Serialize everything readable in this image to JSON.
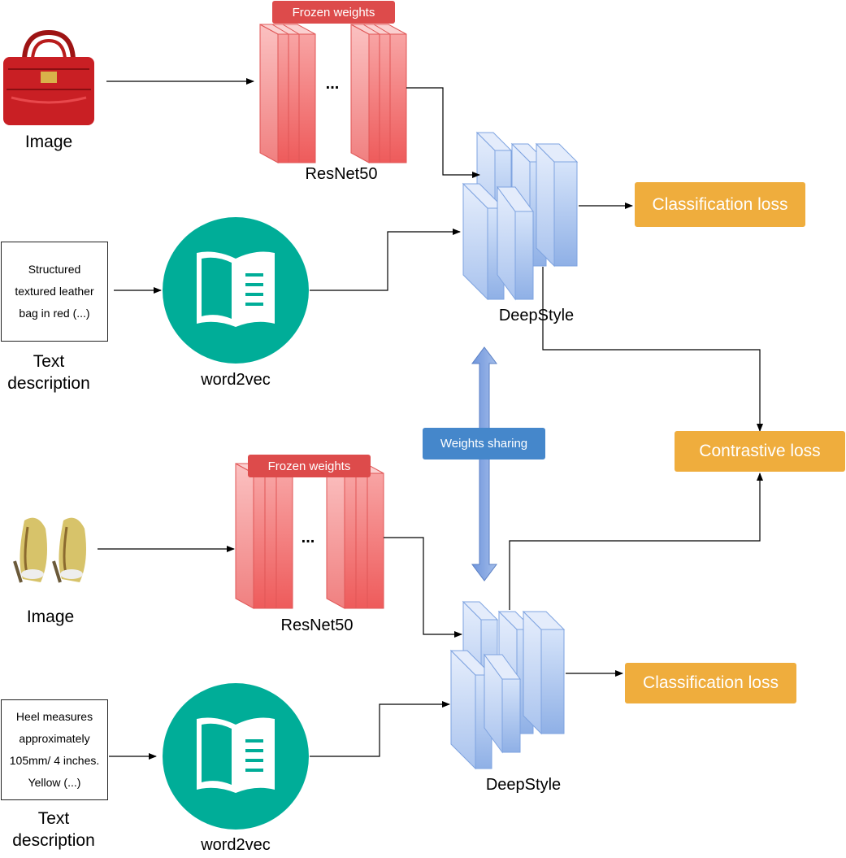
{
  "pipelines": [
    {
      "image_label": "Image",
      "text_lines": [
        "Structured",
        "textured leather",
        "bag in red (...)"
      ],
      "text_label": "Text description",
      "frozen_label": "Frozen weights",
      "backbone_label": "ResNet50",
      "backbone_dots": "...",
      "embed_label": "word2vec",
      "model_label": "DeepStyle",
      "loss_label": "Classification loss"
    },
    {
      "image_label": "Image",
      "text_lines": [
        "Heel measures",
        "approximately",
        "105mm/ 4 inches.",
        "Yellow (...)"
      ],
      "text_label": "Text description",
      "frozen_label": "Frozen weights",
      "backbone_label": "ResNet50",
      "backbone_dots": "...",
      "embed_label": "word2vec",
      "model_label": "DeepStyle",
      "loss_label": "Classification loss"
    }
  ],
  "shared_label": "Weights sharing",
  "contrastive_label": "Contrastive loss",
  "colors": {
    "frozen": "#dd4b4b",
    "loss": "#efad3d",
    "share": "#4587cb",
    "word2vec": "#00ad98",
    "resnet_fill": "#f26b6b",
    "deepstyle_fill": "#a9c3ee"
  },
  "icons": {
    "image_top": "handbag-photo",
    "image_bottom": "heels-photo",
    "embed": "open-book-icon"
  }
}
